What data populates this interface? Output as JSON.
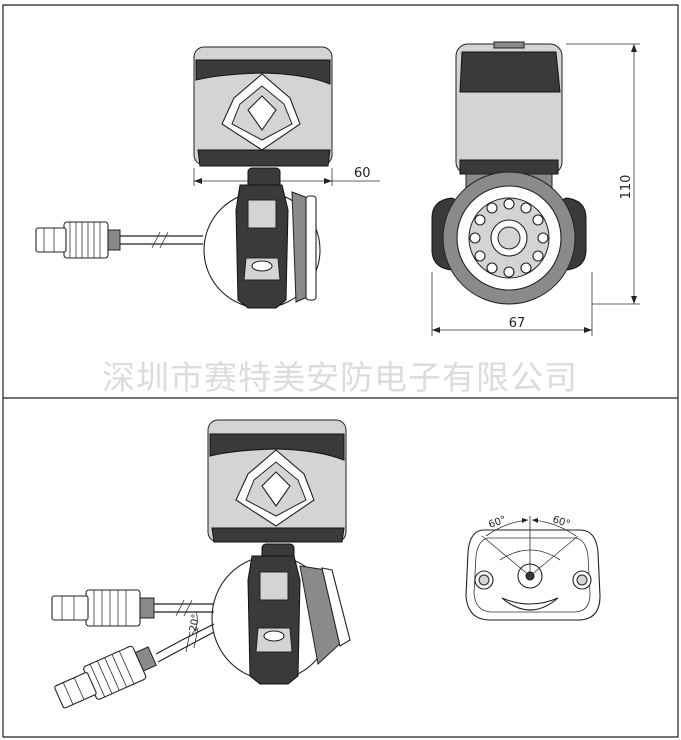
{
  "dimensions": {
    "top_width": "60",
    "total_width": "67",
    "total_height": "110",
    "cable_angle": "20°",
    "angle_left": "60°",
    "angle_right": "60°"
  },
  "watermark": "深圳市赛特美安防电子有限公司",
  "colors": {
    "line": "#222222",
    "housing_dark": "#3a3a3a",
    "housing_light": "#d4d4d4",
    "watermark": "#dcdcdc"
  }
}
